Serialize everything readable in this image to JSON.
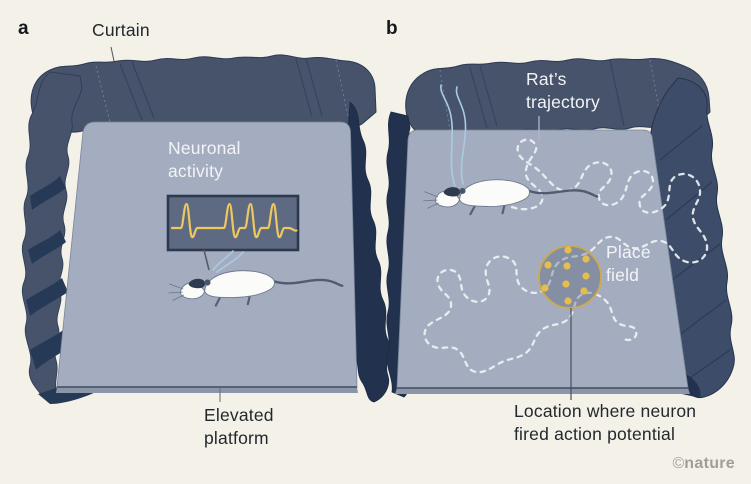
{
  "panel_a": {
    "label": "a",
    "curtain_label": "Curtain",
    "neuronal_activity": {
      "line1": "Neuronal",
      "line2": "activity"
    },
    "platform_label": {
      "line1": "Elevated",
      "line2": "platform"
    }
  },
  "panel_b": {
    "label": "b",
    "trajectory_label": {
      "line1": "Rat’s",
      "line2": "trajectory"
    },
    "place_field_label": {
      "line1": "Place",
      "line2": "field"
    },
    "location_label": {
      "line1": "Location where neuron",
      "line2": "fired action potential"
    }
  },
  "watermark": {
    "symbol": "©",
    "name": "nature"
  },
  "colors": {
    "background": "#f4f1e8",
    "curtain": "#47536a",
    "curtain-dark": "#22324e",
    "curtain-fold": "#263a58",
    "platform": "#a4adbf",
    "platform-edge": "#8c96a9",
    "trace-box": "#5e6a82",
    "trace-border": "#2e3950",
    "accent-yellow": "#ecc85e",
    "dot-yellow": "#e7bd4d",
    "wire-blue": "#a9cbe2",
    "trajectory": "#eef1f5",
    "text-dark": "#23282f",
    "text-light": "#f2f4f7"
  }
}
